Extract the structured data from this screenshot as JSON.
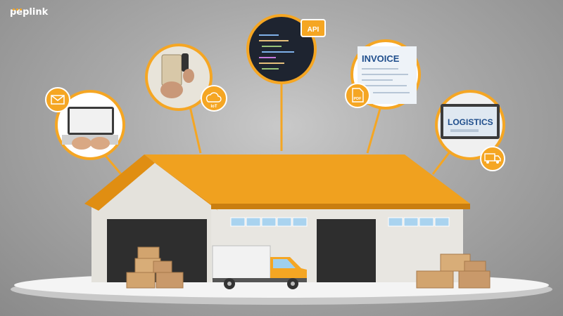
{
  "brand": {
    "name": "peplink"
  },
  "badges": {
    "api": "API",
    "iot": "IoT",
    "pdf": "PDF"
  },
  "bubbles": {
    "invoice": {
      "title": "INVOICE"
    },
    "logistics": {
      "title": "LOGISTICS"
    }
  },
  "icons": [
    "email-icon",
    "iot-cloud-icon",
    "api-icon",
    "pdf-icon",
    "truck-icon"
  ],
  "colors": {
    "accent": "#f5a623",
    "roof": "#f0a11f",
    "wall": "#e8e6e1",
    "door": "#2e2e2e",
    "box": "#d2a46e",
    "background": "#a9a9a9"
  }
}
